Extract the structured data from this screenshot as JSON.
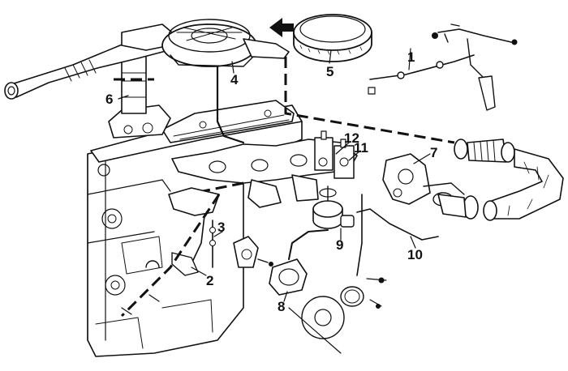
{
  "diagram": {
    "callouts": [
      {
        "id": "1",
        "text": "1"
      },
      {
        "id": "2",
        "text": "2"
      },
      {
        "id": "3",
        "text": "3"
      },
      {
        "id": "4",
        "text": "4"
      },
      {
        "id": "5",
        "text": "5"
      },
      {
        "id": "6",
        "text": "6"
      },
      {
        "id": "7",
        "text": "7"
      },
      {
        "id": "8",
        "text": "8"
      },
      {
        "id": "9",
        "text": "9"
      },
      {
        "id": "10",
        "text": "10"
      },
      {
        "id": "11",
        "text": "11"
      },
      {
        "id": "12",
        "text": "12"
      }
    ],
    "colors": {
      "ink": "#111111",
      "paper": "#ffffff"
    }
  }
}
